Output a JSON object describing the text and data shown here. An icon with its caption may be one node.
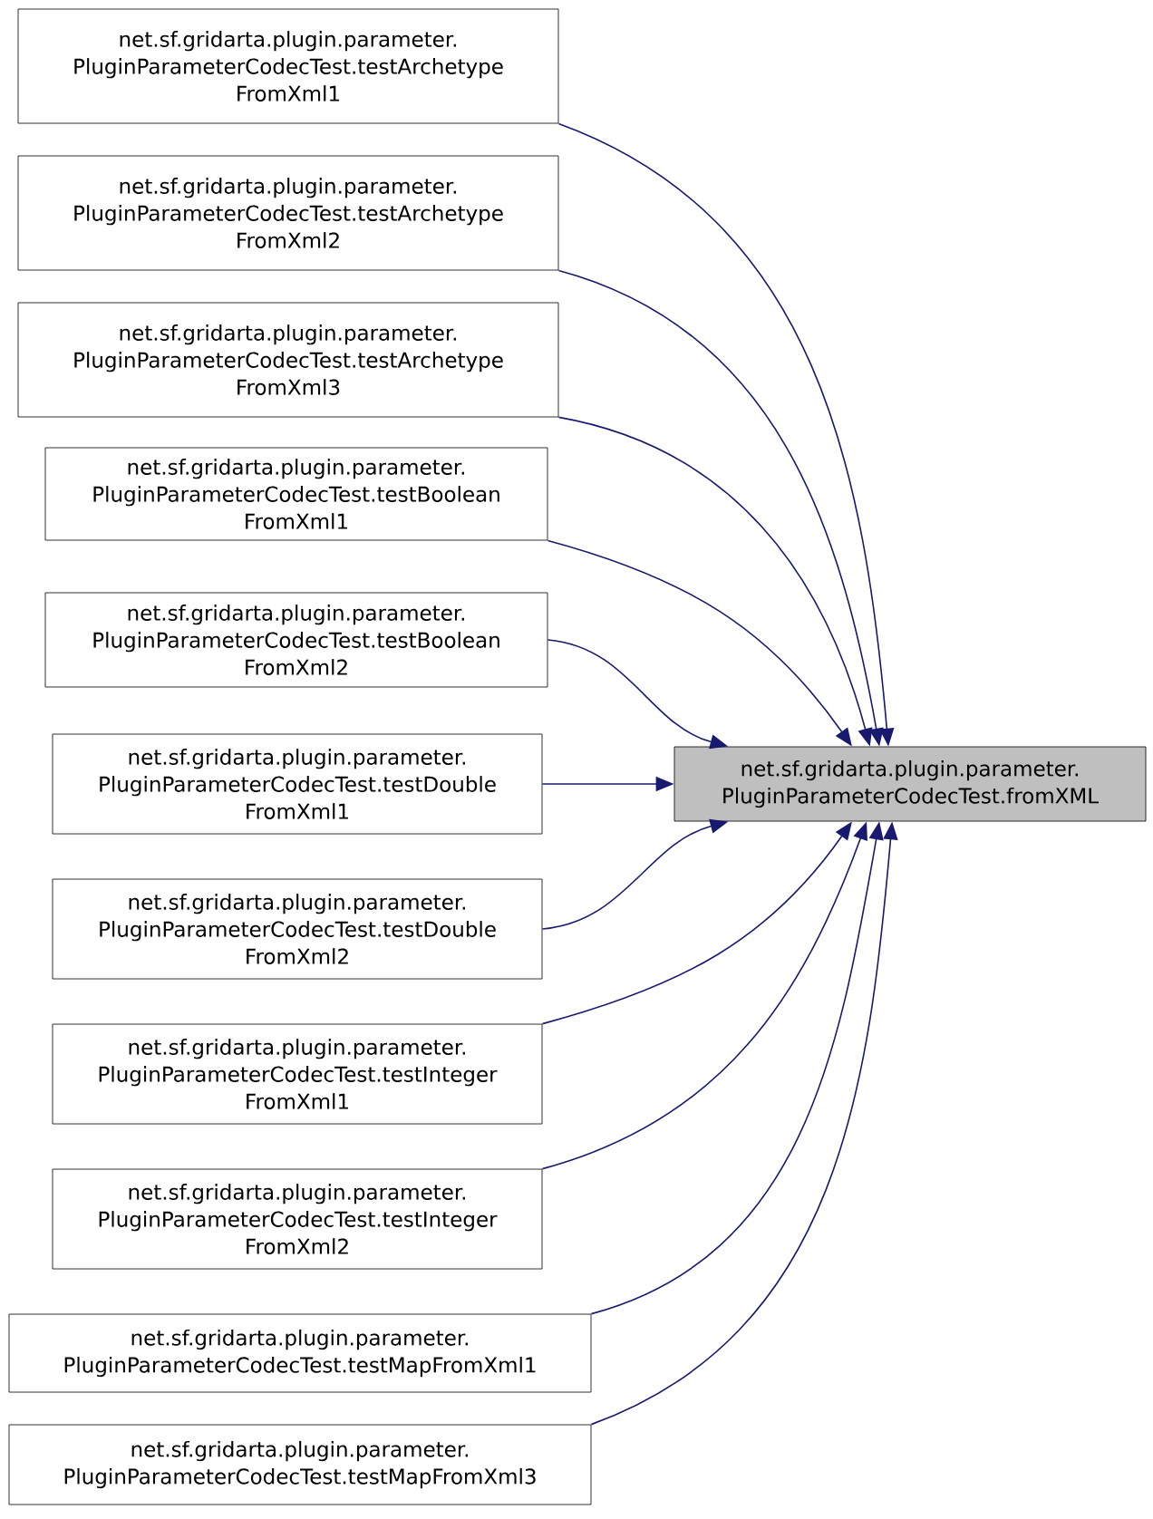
{
  "diagram": {
    "nodes": [
      {
        "text": [
          "net.sf.gridarta.plugin.parameter. PluginParameterCodecTest.testArchetype FromXml1"
        ]
      },
      {
        "text": [
          "net.sf.gridarta.plugin.parameter. PluginParameterCodecTest.testArchetype FromXml2"
        ]
      },
      {
        "text": [
          "net.sf.gridarta.plugin.parameter. PluginParameterCodecTest.testArchetype FromXml3"
        ]
      },
      {
        "text": [
          "net.sf.gridarta.plugin.parameter. PluginParameterCodecTest.testBoolean FromXml1"
        ]
      },
      {
        "text": [
          "net.sf.gridarta.plugin.parameter. PluginParameterCodecTest.testBoolean FromXml2"
        ]
      },
      {
        "text": [
          "net.sf.gridarta.plugin.parameter. PluginParameterCodecTest.testDouble FromXml1"
        ]
      },
      {
        "text": [
          "net.sf.gridarta.plugin.parameter. PluginParameterCodecTest.testDouble FromXml2"
        ]
      },
      {
        "text": [
          "net.sf.gridarta.plugin.parameter. PluginParameterCodecTest.testInteger FromXml1"
        ]
      },
      {
        "text": [
          "net.sf.gridarta.plugin.parameter. PluginParameterCodecTest.testInteger FromXml2"
        ]
      },
      {
        "text": [
          "net.sf.gridarta.plugin.parameter. PluginParameterCodecTest.testMapFromXml1"
        ]
      },
      {
        "text": [
          "net.sf.gridarta.plugin.parameter. PluginParameterCodecTest.testMapFromXml3"
        ]
      },
      {
        "text": [
          "net.sf.gridarta.plugin.parameter. PluginParameterCodecTest.fromXML"
        ]
      }
    ],
    "edges": [
      {
        "from": 0,
        "to": 11,
        "arrow": "to"
      },
      {
        "from": 1,
        "to": 11,
        "arrow": "to"
      },
      {
        "from": 2,
        "to": 11,
        "arrow": "to"
      },
      {
        "from": 3,
        "to": 11,
        "arrow": "to"
      },
      {
        "from": 4,
        "to": 11,
        "arrow": "to"
      },
      {
        "from": 5,
        "to": 11,
        "arrow": "to"
      },
      {
        "from": 6,
        "to": 11,
        "arrow": "to"
      },
      {
        "from": 7,
        "to": 11,
        "arrow": "to"
      },
      {
        "from": 8,
        "to": 11,
        "arrow": "to"
      },
      {
        "from": 9,
        "to": 11,
        "arrow": "to"
      },
      {
        "from": 10,
        "to": 11,
        "arrow": "to"
      }
    ]
  }
}
